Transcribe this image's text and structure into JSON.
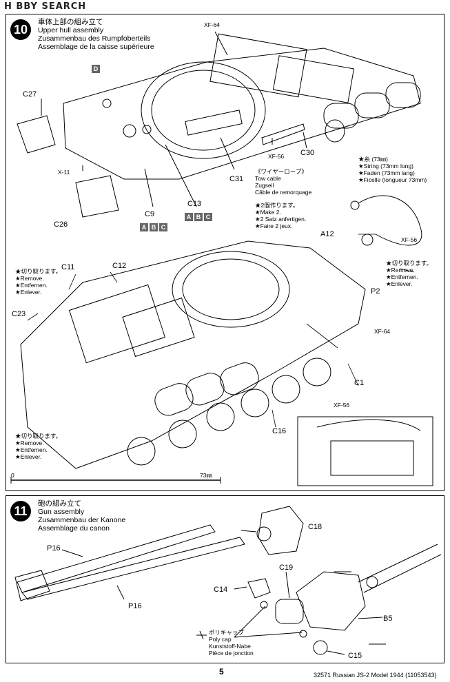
{
  "header": {
    "logo_text": "H BBY SEARCH"
  },
  "step10": {
    "number": "10",
    "title_lines": [
      "車体上部の組み立て",
      "Upper hull assembly",
      "Zusammenbau des Rumpfoberteils",
      "Assemblage de la caisse supérieure"
    ],
    "parts": {
      "C27": "C27",
      "D": "D",
      "X11": "X-11",
      "C26": "C26",
      "C9": "C9",
      "C13": "C13",
      "C31": "C31",
      "C30": "C30",
      "XF64_top": "XF-64",
      "XF56_top": "XF-56",
      "C11": "C11",
      "C12": "C12",
      "C23": "C23",
      "A12": "A12",
      "XF56_cable": "XF-56",
      "P2": "P2",
      "XF64_mid": "XF-64",
      "C1": "C1",
      "XF56_mid": "XF-56",
      "C16": "C16"
    },
    "codes_abc": [
      "A",
      "B",
      "C"
    ],
    "tow_cable": [
      "《ワイヤーロープ》",
      "Tow cable",
      "Zugseil",
      "Câble de remorquage"
    ],
    "make2": [
      "★2個作ります。",
      "★Make 2.",
      "★2 Satz anfertigen.",
      "★Faire 2 jeux."
    ],
    "string": [
      "★糸 (73㎜)",
      "★String (73mm long)",
      "★Faden (73mm lang)",
      "★Ficelle (longueur 73mm)"
    ],
    "remove_right": [
      "★切り取ります。",
      "★Remove.",
      "★Entfernen.",
      "★Enlever."
    ],
    "remove_left_top": [
      "★切り取ります。",
      "★Remove.",
      "★Entfernen.",
      "★Enlever."
    ],
    "remove_left_bottom": [
      "★切り取ります。",
      "★Remove.",
      "★Entfernen.",
      "★Enlever."
    ],
    "scale": {
      "zero": "0",
      "length": "73㎜"
    }
  },
  "step11": {
    "number": "11",
    "title_lines": [
      "砲の組み立て",
      "Gun assembly",
      "Zusammenbau der Kanone",
      "Assemblage du canon"
    ],
    "parts": {
      "C18": "C18",
      "P16_top": "P16",
      "P16_bottom": "P16",
      "C19": "C19",
      "C14": "C14",
      "B5": "B5",
      "C15": "C15"
    },
    "polycap": [
      "ポリキャップ",
      "Poly cap",
      "Kunststoff-Nabe",
      "Pièce de jonction"
    ]
  },
  "footer": {
    "page": "5",
    "product": "32571 Russian JS-2 Model 1944 (11053543)"
  }
}
